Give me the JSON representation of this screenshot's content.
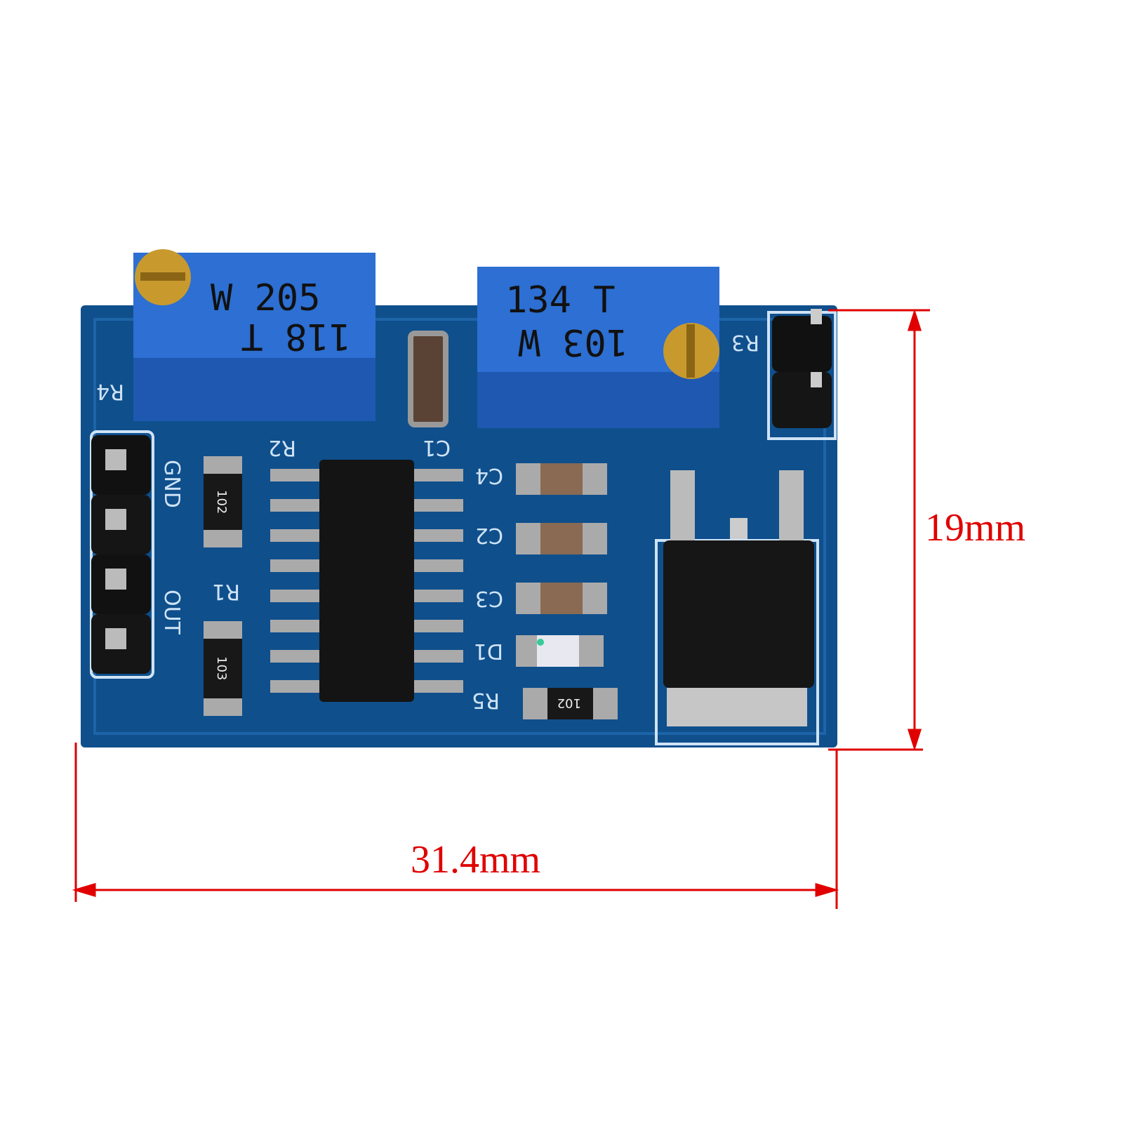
{
  "dimensions": {
    "height_label": "19mm",
    "width_label": "31.4mm"
  },
  "silkscreen": {
    "r4": "R4",
    "gnd": "GND",
    "out": "OUT",
    "r2": "R2",
    "r1": "R1",
    "c1": "C1",
    "c4": "C4",
    "c2": "C2",
    "c3": "C3",
    "d1": "D1",
    "r5": "R5",
    "r3": "R3"
  },
  "pot_left": {
    "line1": "W 205",
    "line2": "118 T"
  },
  "pot_right": {
    "line1": "134 T",
    "line2": "103 W"
  },
  "resistor_codes": {
    "r2": "102",
    "r1": "103",
    "r5": "102"
  },
  "colors": {
    "board": "#0f4f8c",
    "pot": "#2d6fd2",
    "dimension": "#e00000"
  }
}
